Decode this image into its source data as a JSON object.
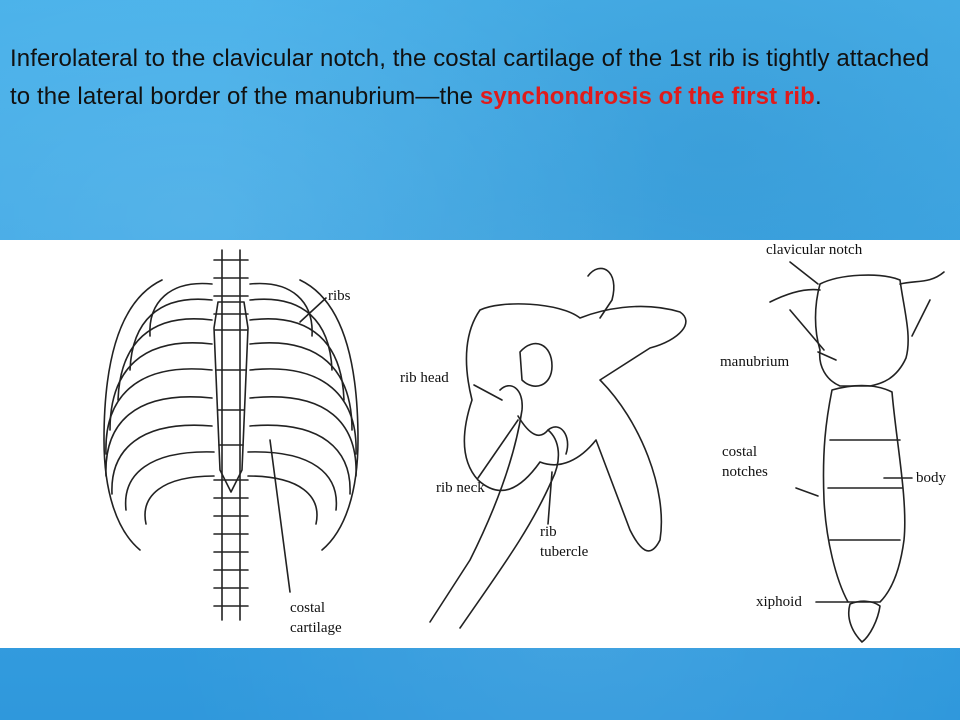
{
  "slide": {
    "text_before": "Inferolateral to the clavicular notch, the costal cartilage of the 1st rib is tightly attached to the lateral border of the manubrium—the ",
    "highlight": "synchondrosis of the first rib",
    "text_after": ".",
    "highlight_color": "#e01b1b",
    "background_color": "#3fa9e6"
  },
  "figure": {
    "labels": {
      "ribs": "ribs",
      "costal_cartilage_1": "costal",
      "costal_cartilage_2": "cartilage",
      "rib_head": "rib head",
      "rib_neck": "rib neck",
      "rib_tubercle_1": "rib",
      "rib_tubercle_2": "tubercle",
      "clavicular_notch": "clavicular notch",
      "manubrium": "manubrium",
      "costal_notches_1": "costal",
      "costal_notches_2": "notches",
      "body": "body",
      "xiphoid": "xiphoid"
    }
  }
}
